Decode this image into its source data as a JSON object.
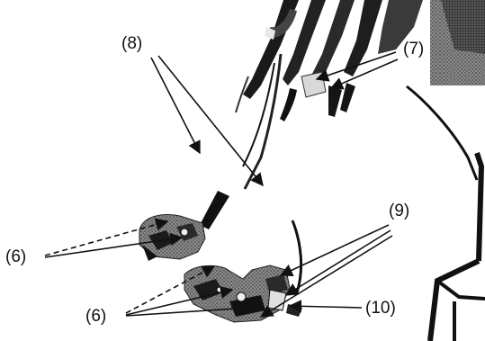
{
  "figure": {
    "callouts": [
      {
        "id": "label-8",
        "text": "(8)"
      },
      {
        "id": "label-7",
        "text": "(7)"
      },
      {
        "id": "label-9",
        "text": "(9)"
      },
      {
        "id": "label-6-upper",
        "text": "(6)"
      },
      {
        "id": "label-6-lower",
        "text": "(6)"
      },
      {
        "id": "label-10",
        "text": "(10)"
      }
    ],
    "colors": {
      "ink": "#111111",
      "paper": "#ffffff",
      "shade": "#3a3a3a",
      "halftone": "#7a7a7a"
    }
  }
}
